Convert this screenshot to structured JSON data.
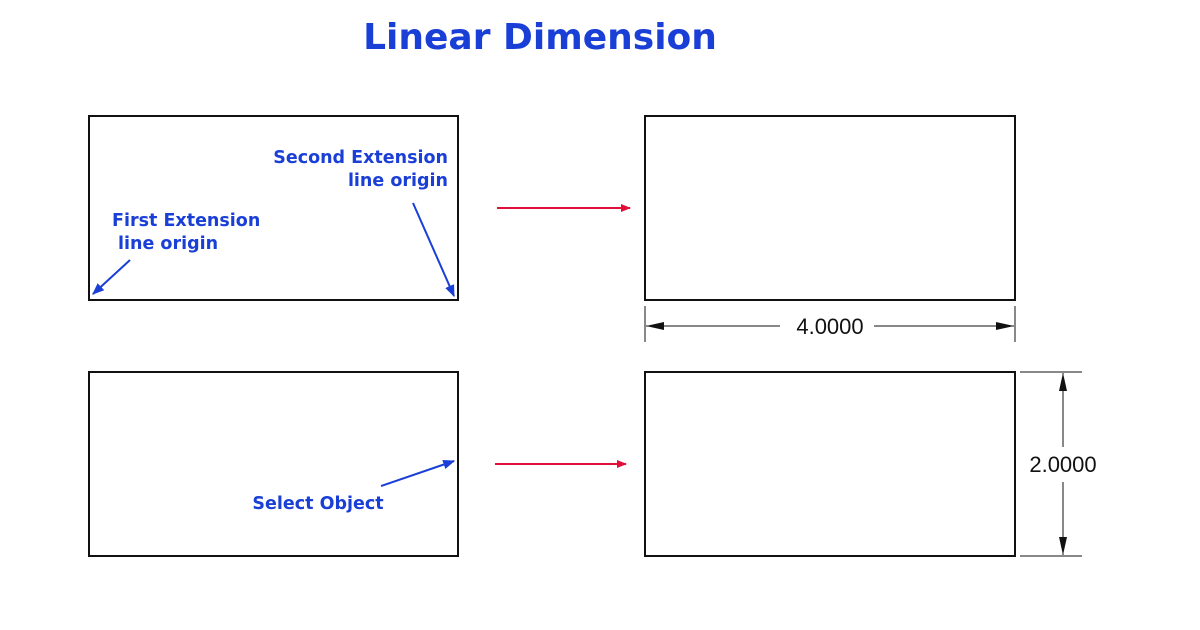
{
  "title": "Linear Dimension",
  "labels": {
    "second_extension_line1": "Second Extension",
    "second_extension_line2": "line origin",
    "first_extension_line1": "First Extension",
    "first_extension_line2": "line origin",
    "select_object": "Select Object"
  },
  "dimensions": {
    "horizontal": "4.0000",
    "vertical": "2.0000"
  },
  "colors": {
    "label_blue": "#1a3fd6",
    "arrow_red": "#e0103a",
    "line_black": "#111111"
  }
}
